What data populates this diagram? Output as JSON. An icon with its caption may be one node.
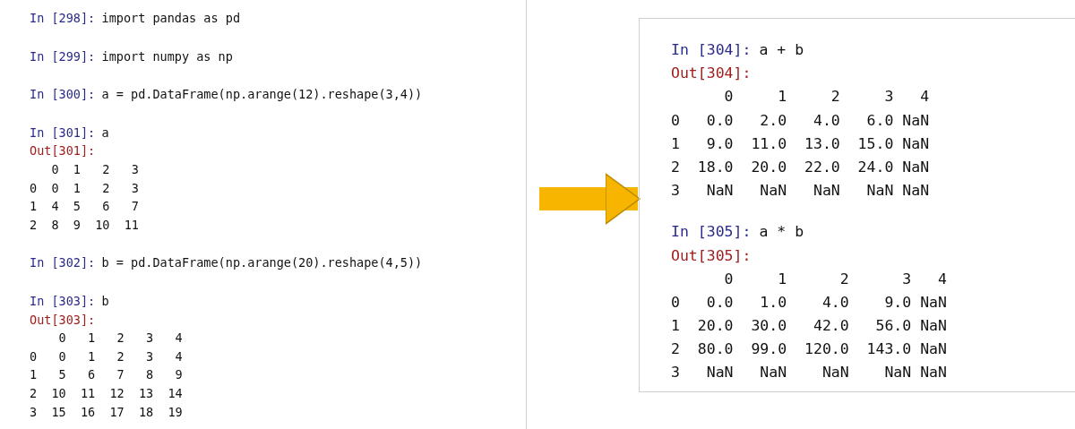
{
  "diagram": {
    "nodes": [
      {
        "text": [
          "In [298]:",
          "import pandas as pd",
          "In [299]:",
          "import numpy as np",
          "In [300]:",
          "a = pd.DataFrame(np.arange(12).reshape(3,4))",
          "In [301]:",
          "a",
          "Out[301]:",
          "   0  1   2   3",
          "0  0  1   2   3",
          "1  4  5   6   7",
          "2  8  9  10  11",
          "In [302]:",
          "b = pd.DataFrame(np.arange(20).reshape(4,5))",
          "In [303]:",
          "b",
          "Out[303]:",
          "    0   1   2   3   4",
          "0   0   1   2   3   4",
          "1   5   6   7   8   9",
          "2  10  11  12  13  14",
          "3  15  16  17  18  19"
        ]
      },
      {
        "text": [
          "In [304]:",
          "a + b",
          "Out[304]:",
          "      0     1     2     3   4",
          "0   0.0   2.0   4.0   6.0 NaN",
          "1   9.0  11.0  13.0  15.0 NaN",
          "2  18.0  20.0  22.0  24.0 NaN",
          "3   NaN   NaN   NaN   NaN NaN",
          "In [305]:",
          "a * b",
          "Out[305]:",
          "      0     1      2      3   4",
          "0   0.0   1.0    4.0    9.0 NaN",
          "1  20.0  30.0   42.0   56.0 NaN",
          "2  80.0  99.0  120.0  143.0 NaN",
          "3   NaN   NaN    NaN    NaN NaN"
        ]
      }
    ],
    "edges": [
      {
        "from": 0,
        "to": 1,
        "arrow": "to"
      }
    ]
  }
}
